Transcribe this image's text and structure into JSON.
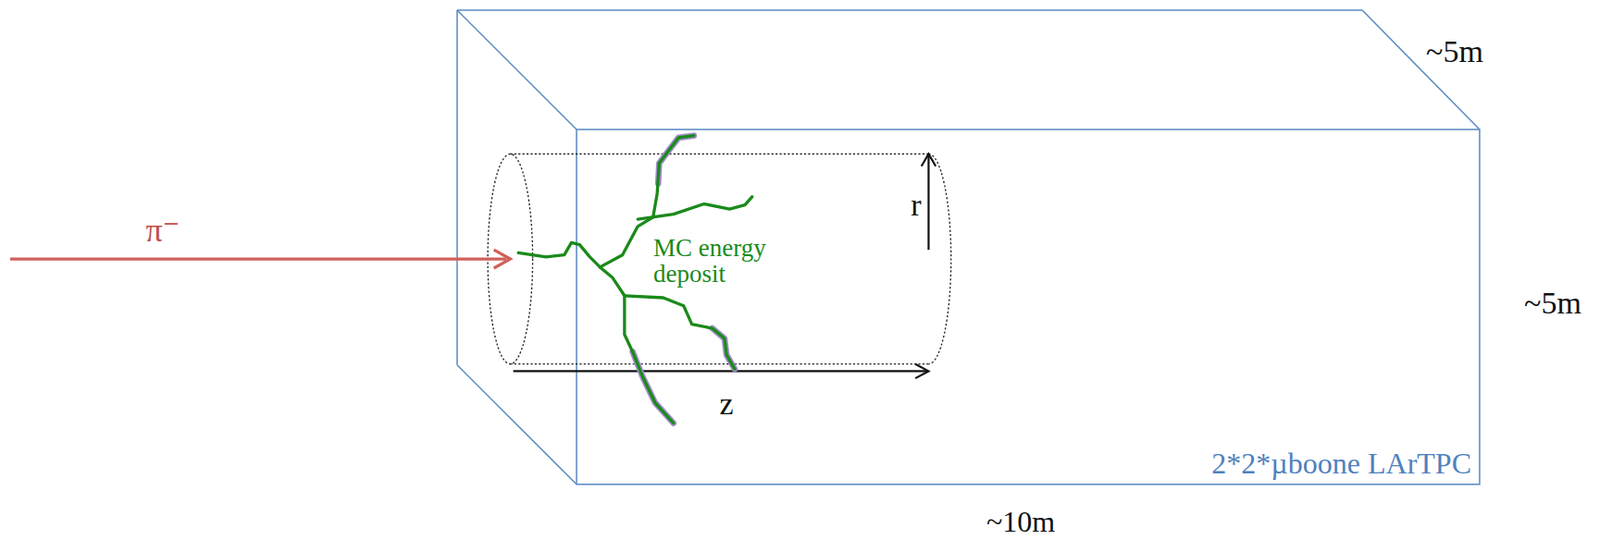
{
  "diagram": {
    "labels": [
      "~5m",
      "π⁻",
      "r",
      "MC energy deposit",
      "~5m",
      "z",
      "2*2*µboone LArTPC",
      "~10m"
    ]
  }
}
